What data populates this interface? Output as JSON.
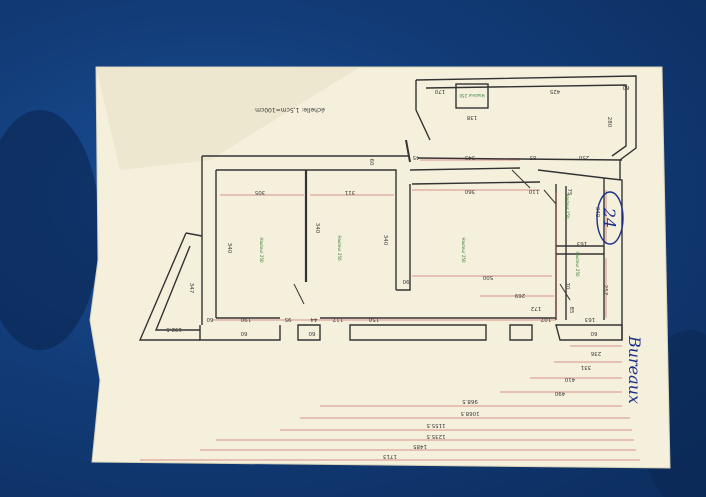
{
  "photo": {
    "scale_note": "échelle: 1,5cm=100cm",
    "room_labels": [
      "Hauteur 250",
      "Hauteur 250",
      "Hauteur 250",
      "Hauteur 250",
      "Hauteur 250"
    ],
    "small_room_label": "Hauteur 250",
    "handwritten_area": "24",
    "handwritten_word": "Bureaux",
    "colors": {
      "background": "#123c78",
      "paper": "#f4f0dc",
      "walls": "#333333"
    }
  },
  "dimensions": {
    "top_170": "170",
    "top_425": "425",
    "top_60": "60",
    "small_138": "138",
    "right_280": "280",
    "mid_345": "345",
    "mid_85": "85",
    "mid_45": "45",
    "mid_60a": "60",
    "mid_250": "250",
    "mid_360": "360",
    "mid_110": "110",
    "mid_75": "75",
    "left_305": "305",
    "left_311": "311",
    "height_340a": "340",
    "height_340b": "340",
    "height_340c": "340",
    "height_340d": "340",
    "height_347": "347",
    "mid_500": "500",
    "mid_90": "90",
    "mid_269": "269",
    "mid_172": "172",
    "mid_107": "107",
    "right_163a": "163",
    "right_163b": "163",
    "right_257": "257",
    "right_85": "85",
    "right_70": "70",
    "bottom_192_5": "192.5",
    "bottom_60a": "60",
    "bottom_190": "190",
    "bottom_95": "95",
    "bottom_44": "44",
    "bottom_117": "117",
    "bottom_150": "150",
    "bottom_60b": "60",
    "bottom_60c": "60",
    "bottom_60d": "60",
    "cum_236": "236",
    "cum_331": "331",
    "cum_410": "410",
    "cum_490": "490",
    "cum_968_5": "968.5",
    "cum_1068_5": "1068.5",
    "cum_1155_5": "1155.5",
    "cum_1235_5": "1235.5",
    "cum_1485": "1485",
    "cum_1713": "1713"
  }
}
